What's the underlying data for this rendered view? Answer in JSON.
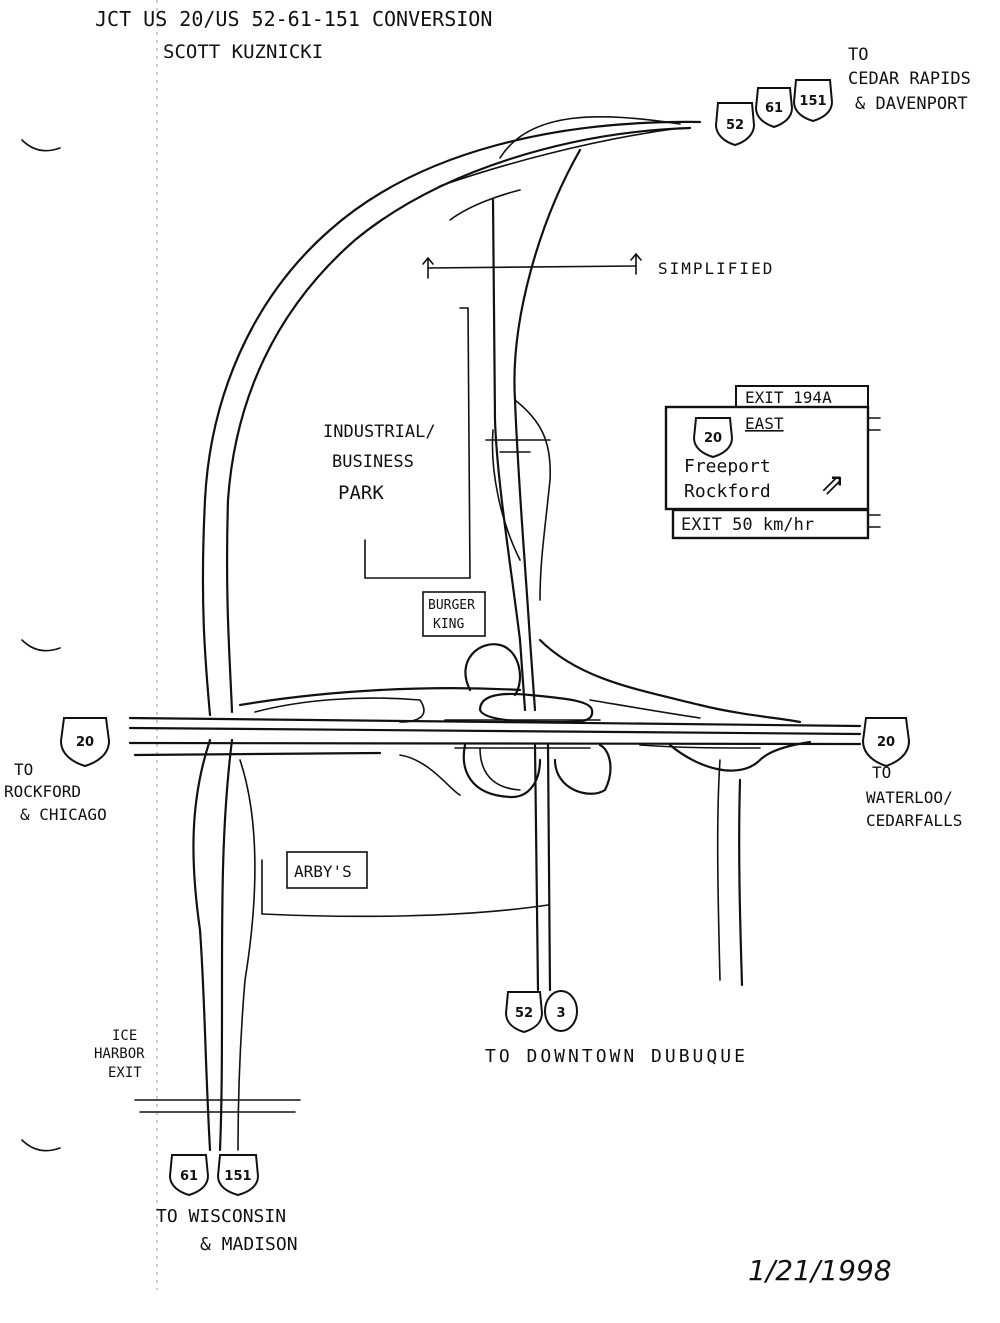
{
  "title": {
    "line1": "JCT US 20/US 52-61-151 CONVERSION",
    "line2": "SCOTT KUZNICKI"
  },
  "destinations": {
    "northeast": {
      "to": "TO",
      "line1": "CEDAR RAPIDS",
      "line2": "& DAVENPORT"
    },
    "west": {
      "to": "TO",
      "line1": "ROCKFORD",
      "line2": "& CHICAGO"
    },
    "east": {
      "to": "TO",
      "line1": "WATERLOO/",
      "line2": "CEDARFALLS"
    },
    "south": "TO DOWNTOWN DUBUQUE",
    "southwest": {
      "line1": "TO WISCONSIN",
      "line2": "& MADISON"
    }
  },
  "shields": {
    "us52_north": "52",
    "us61_north": "61",
    "us151_north": "151",
    "us20_west": "20",
    "us20_east": "20",
    "us52_south": "52",
    "state3_south": "3",
    "us61_south": "61",
    "us151_south": "151",
    "sign_us20": "20"
  },
  "labels": {
    "simplified": "SIMPLIFIED",
    "industrial_line1": "INDUSTRIAL/",
    "industrial_line2": "BUSINESS",
    "industrial_line3": "PARK",
    "burger_king_line1": "BURGER",
    "burger_king_line2": "KING",
    "arbys": "ARBY'S",
    "ice_harbor_line1": "ICE",
    "ice_harbor_line2": "HARBOR",
    "ice_harbor_line3": "EXIT",
    "date": "1/21/1998"
  },
  "sign": {
    "exit_tab": "EXIT 194A",
    "direction": "EAST",
    "line1": "Freeport",
    "line2": "Rockford",
    "arrow": "⇗",
    "advisory": "EXIT 50 km/hr"
  }
}
